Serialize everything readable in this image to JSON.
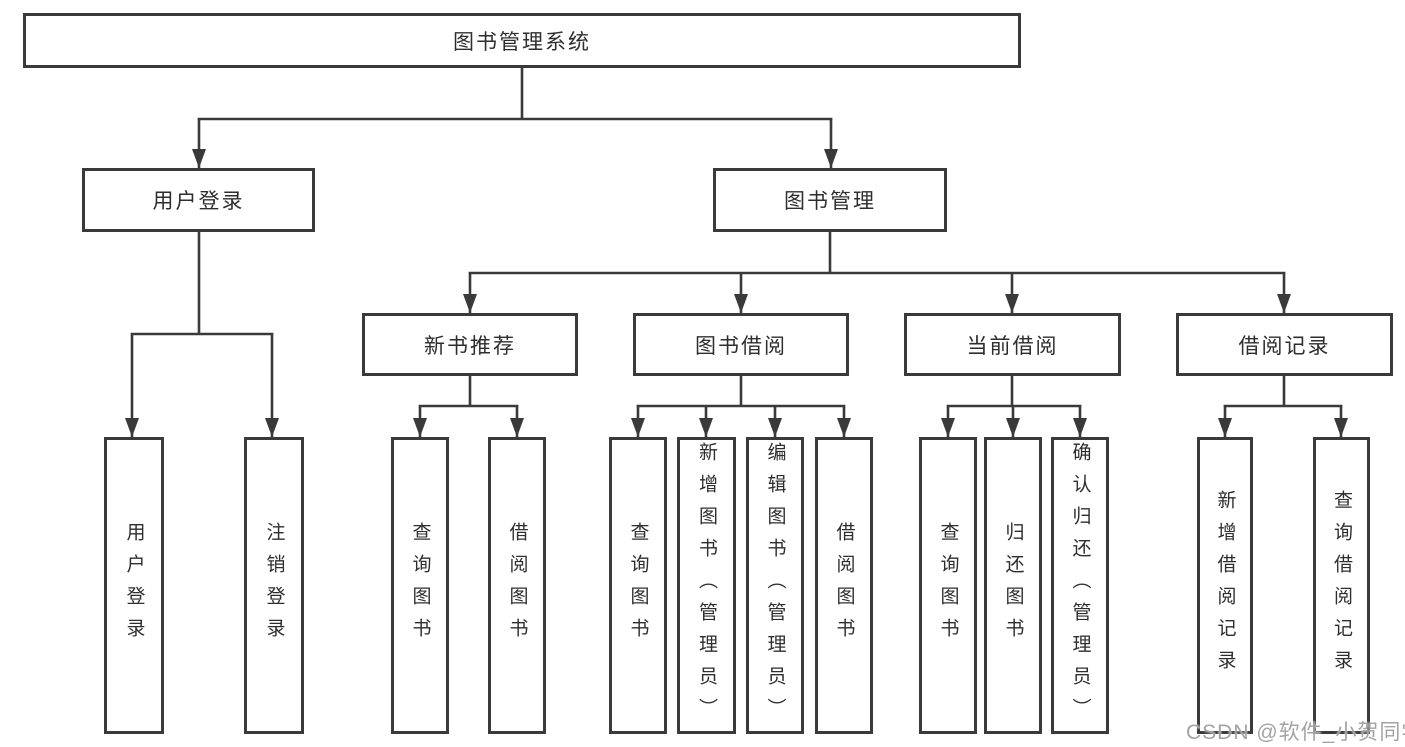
{
  "diagram": {
    "type": "hierarchy-flowchart",
    "root": {
      "label": "图书管理系统"
    },
    "branches": [
      {
        "label": "用户登录",
        "children": [
          {
            "label": "用户登录"
          },
          {
            "label": "注销登录"
          }
        ]
      },
      {
        "label": "图书管理",
        "children": [
          {
            "label": "新书推荐",
            "children": [
              {
                "label": "查询图书"
              },
              {
                "label": "借阅图书"
              }
            ]
          },
          {
            "label": "图书借阅",
            "children": [
              {
                "label": "查询图书"
              },
              {
                "label": "新增图书（管理员）"
              },
              {
                "label": "编辑图书（管理员）"
              },
              {
                "label": "借阅图书"
              }
            ]
          },
          {
            "label": "当前借阅",
            "children": [
              {
                "label": "查询图书"
              },
              {
                "label": "归还图书"
              },
              {
                "label": "确认归还（管理员）"
              }
            ]
          },
          {
            "label": "借阅记录",
            "children": [
              {
                "label": "新增借阅记录"
              },
              {
                "label": "查询借阅记录"
              }
            ]
          }
        ]
      }
    ],
    "watermark": "CSDN @软件_小贺同学",
    "colors": {
      "line": "#3a3a3a",
      "box_border": "#3a3a3a",
      "text": "#2e2e2e",
      "background": "#ffffff",
      "watermark": "#9e9e9e"
    }
  }
}
